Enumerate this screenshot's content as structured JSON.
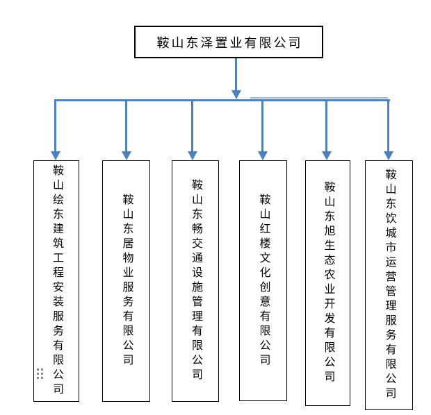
{
  "diagram": {
    "type": "org-chart",
    "root": {
      "label": "鞍山东泽置业有限公司"
    },
    "children": [
      {
        "label": "鞍山绘东建筑工程安装服务有限公司"
      },
      {
        "label": "鞍山东居物业服务有限公司"
      },
      {
        "label": "鞍山东畅交通设施管理有限公司"
      },
      {
        "label": "鞍山红楼文化创意有限公司"
      },
      {
        "label": "鞍山东旭生态农业开发有限公司"
      },
      {
        "label": "鞍山东饮城市运营管理服务有限公司"
      }
    ],
    "colors": {
      "connector": "#4f81bd",
      "connector_light": "#9cbade",
      "border": "#000000",
      "text": "#000000",
      "background": "#ffffff"
    },
    "icons": [
      {
        "name": "drag-handle-icon",
        "shape": "2x3-dot-grid",
        "color": "#8a8a8a"
      }
    ]
  }
}
